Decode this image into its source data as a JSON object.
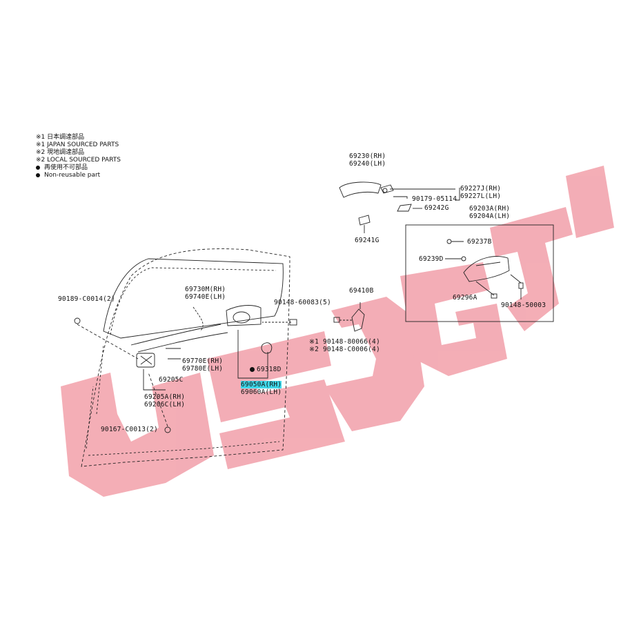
{
  "legend": {
    "note1_jp": "※1 日本調達部品",
    "note1_en": "※1 JAPAN SOURCED PARTS",
    "note2_jp": "※2 現地調達部品",
    "note2_en": "※2 LOCAL SOURCED PARTS",
    "nonreusable_jp": "再使用不可部品",
    "nonreusable_en": "Non-reusable part"
  },
  "watermark": {
    "color": "#f3a7b0"
  },
  "parts": {
    "p69230": "69230(RH)",
    "p69240": "69240(LH)",
    "p69227j": "69227J(RH)",
    "p69227l": "69227L(LH)",
    "p90179": "90179-05114",
    "p69242g": "69242G",
    "p69203a": "69203A(RH)",
    "p69204a": "69204A(LH)",
    "p69241g": "69241G",
    "p69237b": "69237B",
    "p69239d": "69239D",
    "p69296a": "69296A",
    "p90148_50003": "90148-50003",
    "p69410b": "69410B",
    "p90148_80066": "※1 90148-80066(4)",
    "p90148_c0006": "※2 90148-C0006(4)",
    "p90148_60083": "90148-60083(5)",
    "p69730m": "69730M(RH)",
    "p69740e": "69740E(LH)",
    "p90189": "90189-C0014(2)",
    "p69770e": "69770E(RH)",
    "p69780e": "69780E(LH)",
    "p69205c": "69205C",
    "p69205a": "69205A(RH)",
    "p69206c": "69206C(LH)",
    "p69318d": "69318D",
    "p69050a": "69050A(RH)",
    "p69060a": "69060A(LH)",
    "p90167": "90167-C0013(2)"
  }
}
